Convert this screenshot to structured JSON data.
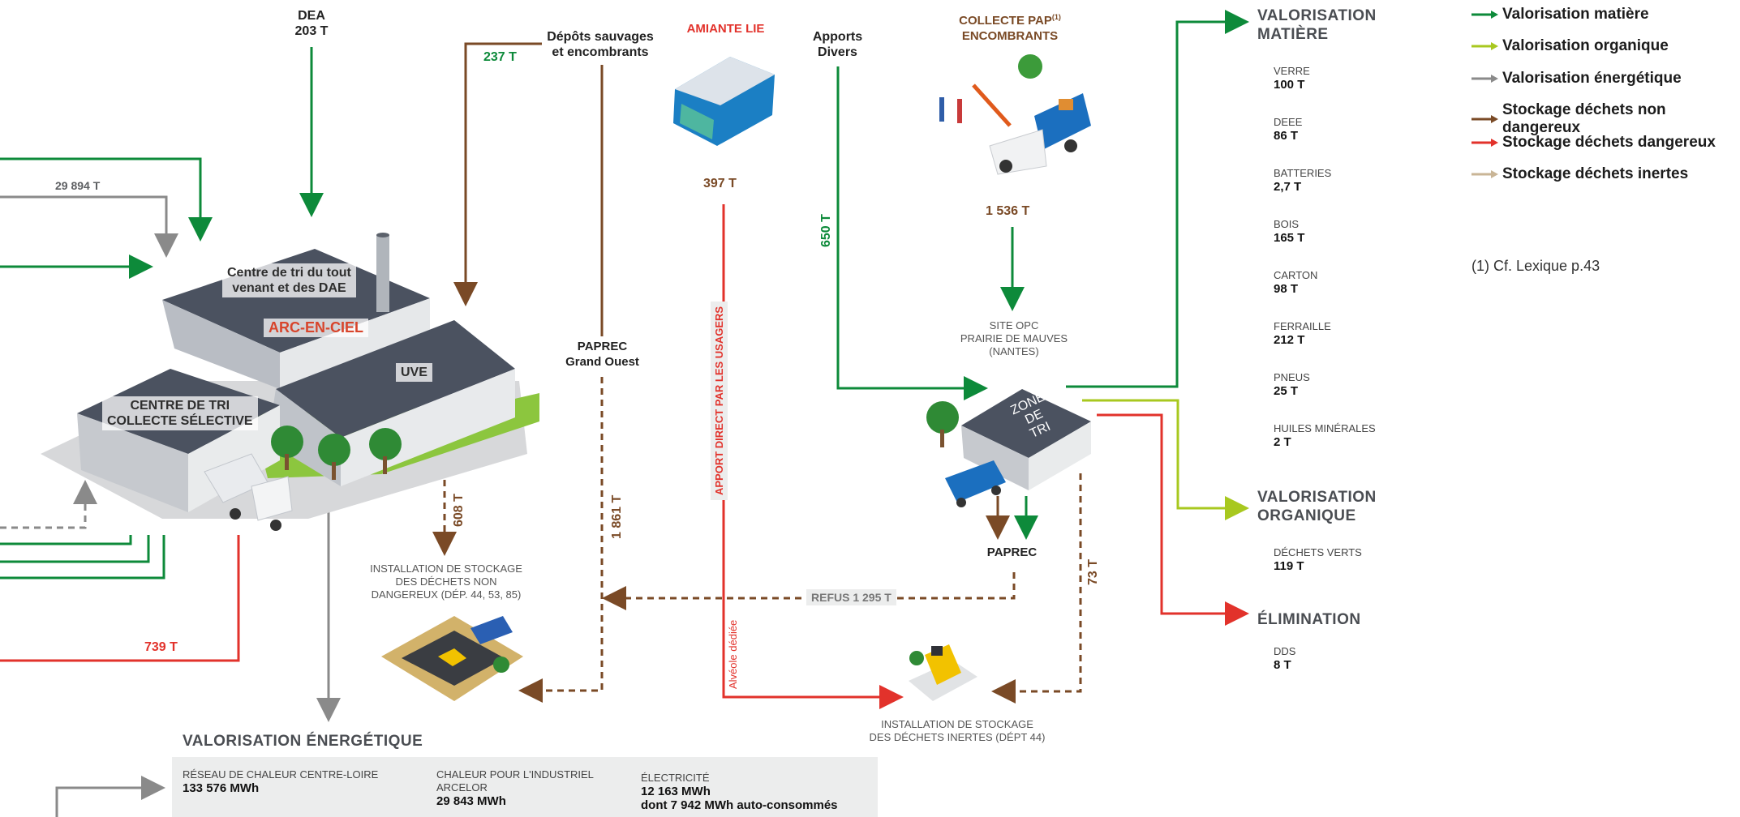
{
  "sources": {
    "dea": {
      "label": "DEA",
      "value": "203 T"
    },
    "depots": {
      "label": "Dépôts sauvages\net encombrants",
      "value": "237 T"
    },
    "amiante": {
      "label": "AMIANTE LIE",
      "value": "397 T"
    },
    "apports": {
      "label": "Apports\nDivers",
      "value": "650 T"
    },
    "pap": {
      "label": "COLLECTE PAP",
      "sup": "(1)",
      "label2": "ENCOMBRANTS",
      "value": "1 536 T"
    }
  },
  "flows": {
    "grey_top": "29 894 T",
    "uve_to_isdnd": "608 T",
    "paprec_go": "1 861 T",
    "red_left": "739 T",
    "refus": "REFUS 1 295 T",
    "inertes": "73 T",
    "apport_direct": "APPORT DIRECT PAR LES USAGERS",
    "alveole": "Alvéole dédiée"
  },
  "sites": {
    "arc_en_ciel": "ARC-EN-CIEL",
    "centre_tri_dae": "Centre de tri du tout\nvenant et des DAE",
    "uve": "UVE",
    "centre_tri_cs": "CENTRE DE TRI\nCOLLECTE SÉLECTIVE",
    "paprec_go": "PAPREC\nGrand Ouest",
    "site_opc": "SITE OPC\nPRAIRIE DE MAUVES\n(NANTES)",
    "zone_de_tri": "ZONE DE\nTRI",
    "paprec": "PAPREC",
    "isdnd": "INSTALLATION DE STOCKAGE\nDES DÉCHETS NON\nDANGEREUX (DÉP. 44, 53, 85)",
    "isdi": "INSTALLATION DE STOCKAGE\nDES DÉCHETS INERTES (DÉPT 44)"
  },
  "valorisation_matiere": {
    "title": "VALORISATION\nMATIÈRE",
    "items": [
      {
        "label": "VERRE",
        "value": "100 T"
      },
      {
        "label": "DEEE",
        "value": "86 T"
      },
      {
        "label": "BATTERIES",
        "value": "2,7 T"
      },
      {
        "label": "BOIS",
        "value": "165 T"
      },
      {
        "label": "CARTON",
        "value": "98 T"
      },
      {
        "label": "FERRAILLE",
        "value": "212 T"
      },
      {
        "label": "PNEUS",
        "value": "25 T"
      },
      {
        "label": "HUILES MINÉRALES",
        "value": "2 T"
      }
    ]
  },
  "valorisation_organique": {
    "title": "VALORISATION\nORGANIQUE",
    "items": [
      {
        "label": "DÉCHETS VERTS",
        "value": "119 T"
      }
    ]
  },
  "elimination": {
    "title": "ÉLIMINATION",
    "items": [
      {
        "label": "DDS",
        "value": "8 T"
      }
    ]
  },
  "valorisation_energetique": {
    "title": "VALORISATION ÉNERGÉTIQUE",
    "columns": [
      {
        "label": "RÉSEAU DE CHALEUR CENTRE-LOIRE",
        "value": "133 576 MWh"
      },
      {
        "label": "CHALEUR POUR L'INDUSTRIEL\nARCELOR",
        "value": "29 843 MWh"
      },
      {
        "label": "ÉLECTRICITÉ",
        "value": "12 163 MWh",
        "note": "dont 7 942 MWh auto-consommés"
      }
    ]
  },
  "legend": [
    {
      "label": "Valorisation matière",
      "color": "#0d8a3a"
    },
    {
      "label": "Valorisation organique",
      "color": "#a8c81f"
    },
    {
      "label": "Valorisation énergétique",
      "color": "#8a8a8a"
    },
    {
      "label": "Stockage déchets non dangereux",
      "color": "#7a4a26"
    },
    {
      "label": "Stockage déchets dangereux",
      "color": "#e2322b"
    },
    {
      "label": "Stockage déchets inertes",
      "color": "#c9b596"
    }
  ],
  "footnote": "(1) Cf. Lexique p.43",
  "colors": {
    "matiere": "#0d8a3a",
    "organique": "#a8c81f",
    "energetique": "#8a8a8a",
    "non_dangereux": "#7a4a26",
    "dangereux": "#e2322b",
    "inertes": "#c9b596"
  }
}
